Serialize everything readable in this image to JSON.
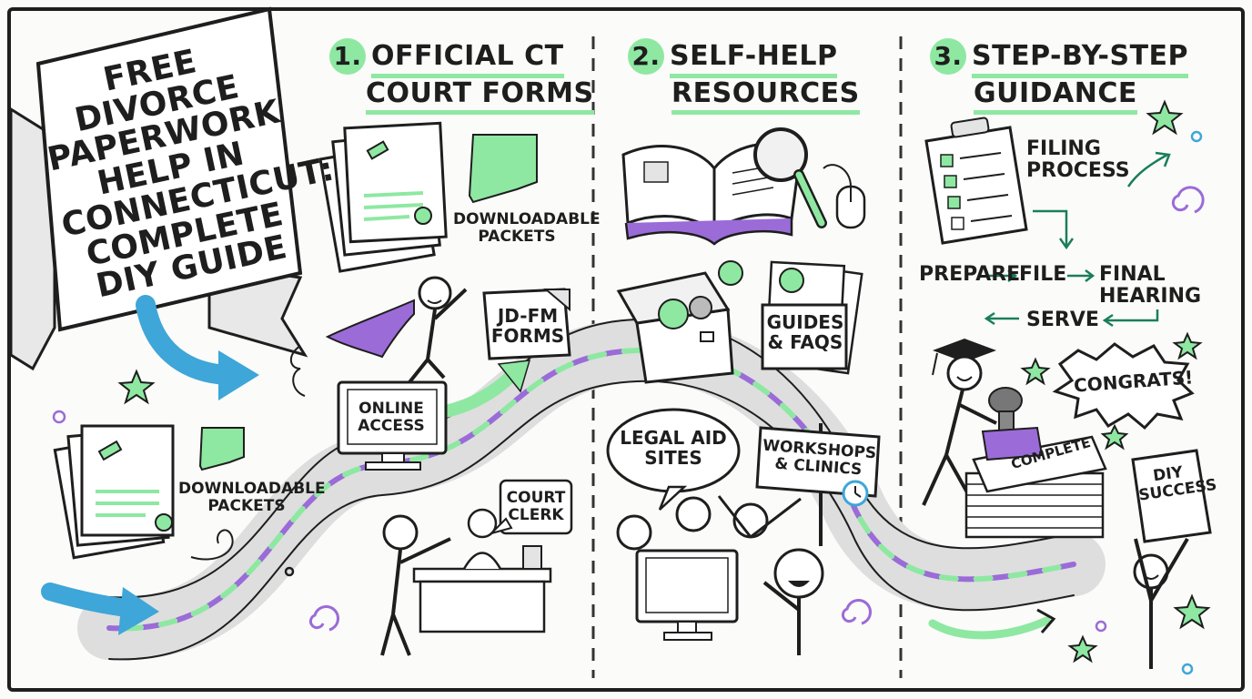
{
  "title": "Free Divorce Paperwork Help in Connecticut: Complete DIY Guide",
  "sections": [
    {
      "number": "1.",
      "heading_line1": "Official CT",
      "heading_line2": "Court Forms"
    },
    {
      "number": "2.",
      "heading_line1": "Self-Help",
      "heading_line2": "Resources"
    },
    {
      "number": "3.",
      "heading_line1": "Step-by-Step",
      "heading_line2": "Guidance"
    }
  ],
  "labels": {
    "downloadable_packets_top": "Downloadable Packets",
    "downloadable_packets_left": "Downloadable Packets",
    "jd_fm_forms": "JD-FM Forms",
    "online_access": "Online Access",
    "court_clerk": "Court Clerk",
    "guides_faqs": "Guides & FAQs",
    "legal_aid_sites": "Legal Aid Sites",
    "workshops_clinics": "Workshops & Clinics",
    "filing_process": "Filing Process",
    "congrats": "Congrats!",
    "complete": "Complete",
    "diy_success": "DIY Success"
  },
  "process_steps": [
    "Prepare",
    "File",
    "Final Hearing",
    "Serve"
  ],
  "colors": {
    "accent_green": "#8ee8a2",
    "accent_purple": "#9b6bd8",
    "accent_blue": "#3ea6d8",
    "ink": "#1e1e1e"
  }
}
